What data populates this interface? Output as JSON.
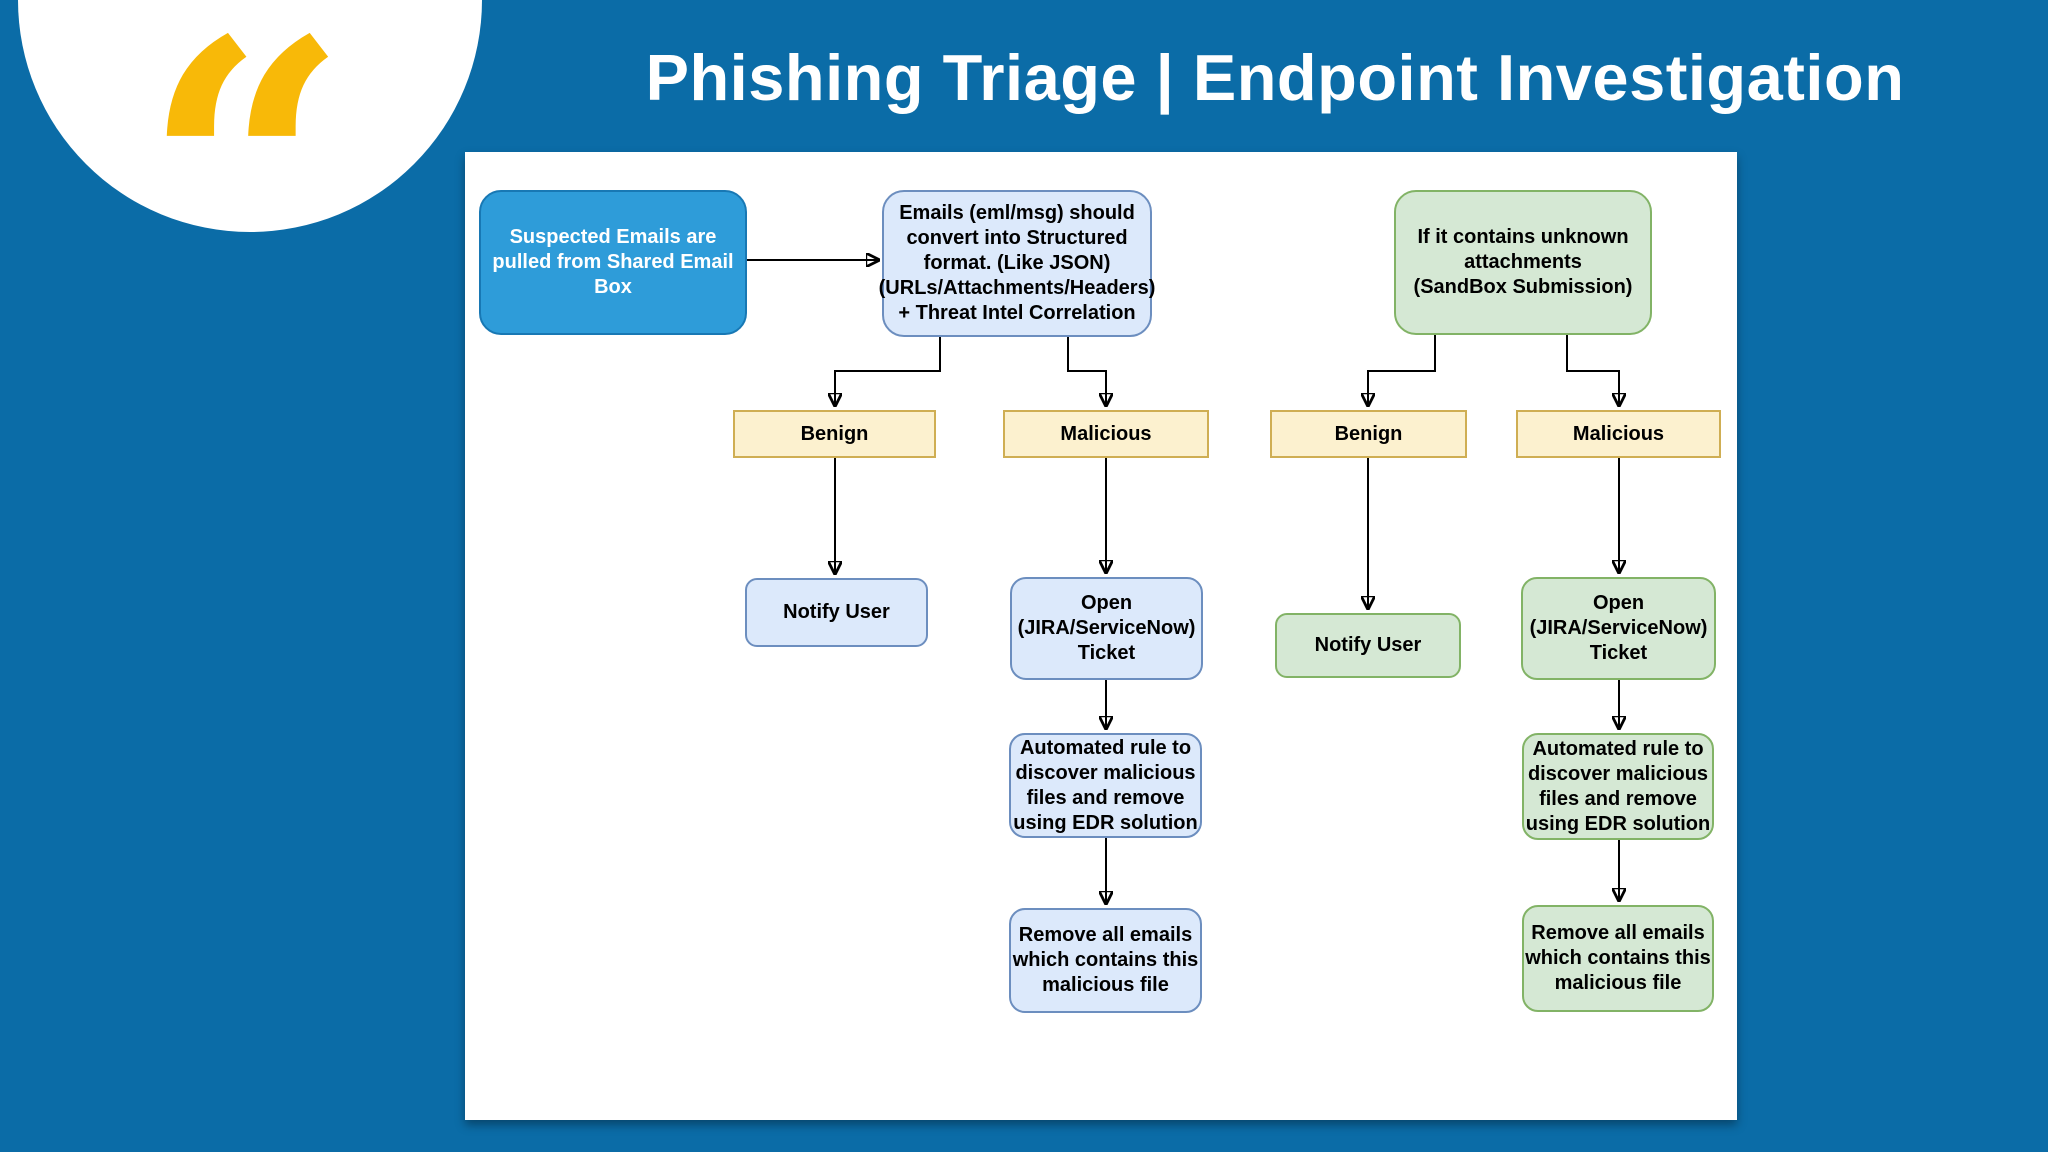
{
  "header": {
    "title": "Phishing Triage | Endpoint Investigation",
    "quote_glyph": "“"
  },
  "colors": {
    "background": "#0B6CA7",
    "panel": "#FFFFFF",
    "title_text": "#FFFFFF",
    "quote": "#F8B908",
    "bright_blue_fill": "#2E9CD9",
    "bright_blue_border": "#1878B4",
    "light_blue_fill": "#DCE9FB",
    "light_blue_border": "#6C8EBF",
    "green_fill": "#D5E8D4",
    "green_border": "#82B366",
    "yellow_fill": "#FCF1CF",
    "yellow_border": "#CFAE53",
    "line": "#000000"
  },
  "diagram": {
    "nodes": [
      {
        "id": "suspected-emails",
        "palette": "bright-blue",
        "label": "Suspected Emails are\npulled from Shared Email\nBox"
      },
      {
        "id": "convert-structured",
        "palette": "light-blue",
        "label": "Emails (eml/msg) should\nconvert into Structured\nformat. (Like JSON)\n(URLs/Attachments/Headers)\n+ Threat Intel Correlation"
      },
      {
        "id": "sandbox-submission",
        "palette": "green",
        "label": "If it contains unknown\nattachments\n(SandBox Submission)"
      },
      {
        "id": "benign-email",
        "palette": "yellow",
        "label": "Benign"
      },
      {
        "id": "malicious-email",
        "palette": "yellow",
        "label": "Malicious"
      },
      {
        "id": "benign-attachment",
        "palette": "yellow",
        "label": "Benign"
      },
      {
        "id": "malicious-attachment",
        "palette": "yellow",
        "label": "Malicious"
      },
      {
        "id": "notify-user-email",
        "palette": "light-blue",
        "label": "Notify User"
      },
      {
        "id": "open-ticket-email",
        "palette": "light-blue",
        "label": "Open\n(JIRA/ServiceNow)\nTicket"
      },
      {
        "id": "notify-user-attachment",
        "palette": "green",
        "label": "Notify User"
      },
      {
        "id": "open-ticket-attachment",
        "palette": "green",
        "label": "Open\n(JIRA/ServiceNow)\nTicket"
      },
      {
        "id": "edr-rule-email",
        "palette": "light-blue",
        "label": "Automated rule to\ndiscover malicious\nfiles and remove\nusing EDR solution"
      },
      {
        "id": "remove-emails-email",
        "palette": "light-blue",
        "label": "Remove all emails\nwhich contains this\nmalicious file"
      },
      {
        "id": "edr-rule-attachment",
        "palette": "green",
        "label": "Automated rule to\ndiscover malicious\nfiles and remove\nusing EDR solution"
      },
      {
        "id": "remove-emails-attachment",
        "palette": "green",
        "label": "Remove all emails\nwhich contains this\nmalicious file"
      }
    ]
  }
}
